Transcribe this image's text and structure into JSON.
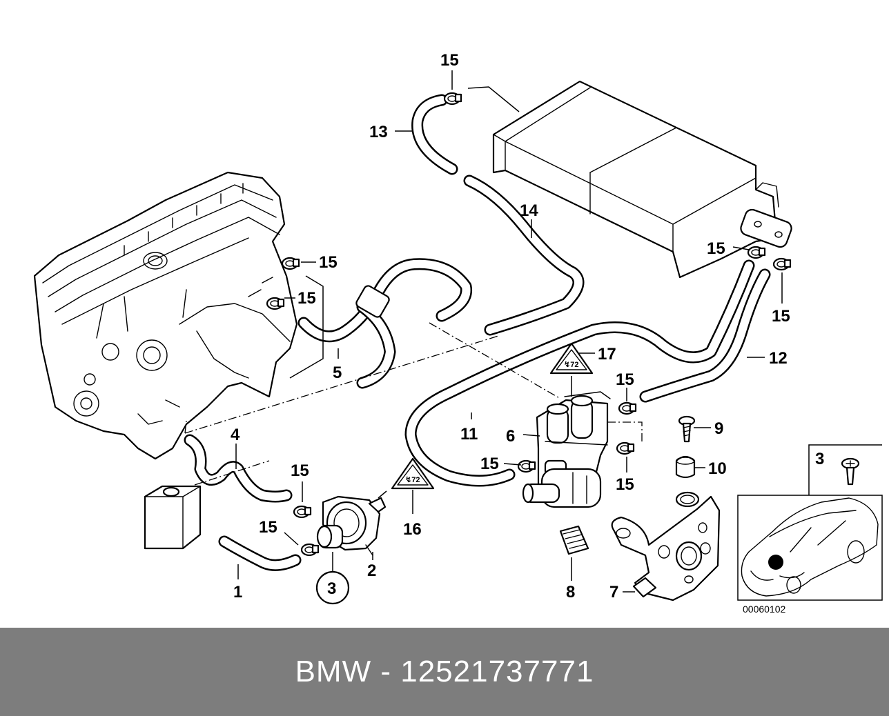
{
  "footer": {
    "brand": "BMW",
    "separator": "-",
    "part_number": "12521737771"
  },
  "diagram": {
    "image_code": "00060102",
    "inset_label": "3",
    "warning_symbol_text": "↯72",
    "callouts": {
      "c1": "1",
      "c2": "2",
      "c3": "3",
      "c4": "4",
      "c5": "5",
      "c6": "6",
      "c7": "7",
      "c8": "8",
      "c9": "9",
      "c10": "10",
      "c11": "11",
      "c12": "12",
      "c13": "13",
      "c14": "14",
      "c15_top": "15",
      "c15_eng1": "15",
      "c15_eng2": "15",
      "c15_heater_l": "15",
      "c15_heater_r": "15",
      "c15_valve_t": "15",
      "c15_valve_b": "15",
      "c15_valve_l": "15",
      "c15_pump_t": "15",
      "c15_pump_l": "15",
      "c16": "16",
      "c17": "17"
    }
  },
  "colors": {
    "footer_bg": "#7d7d7d",
    "footer_text": "#ffffff",
    "line": "#000000",
    "background": "#ffffff"
  }
}
